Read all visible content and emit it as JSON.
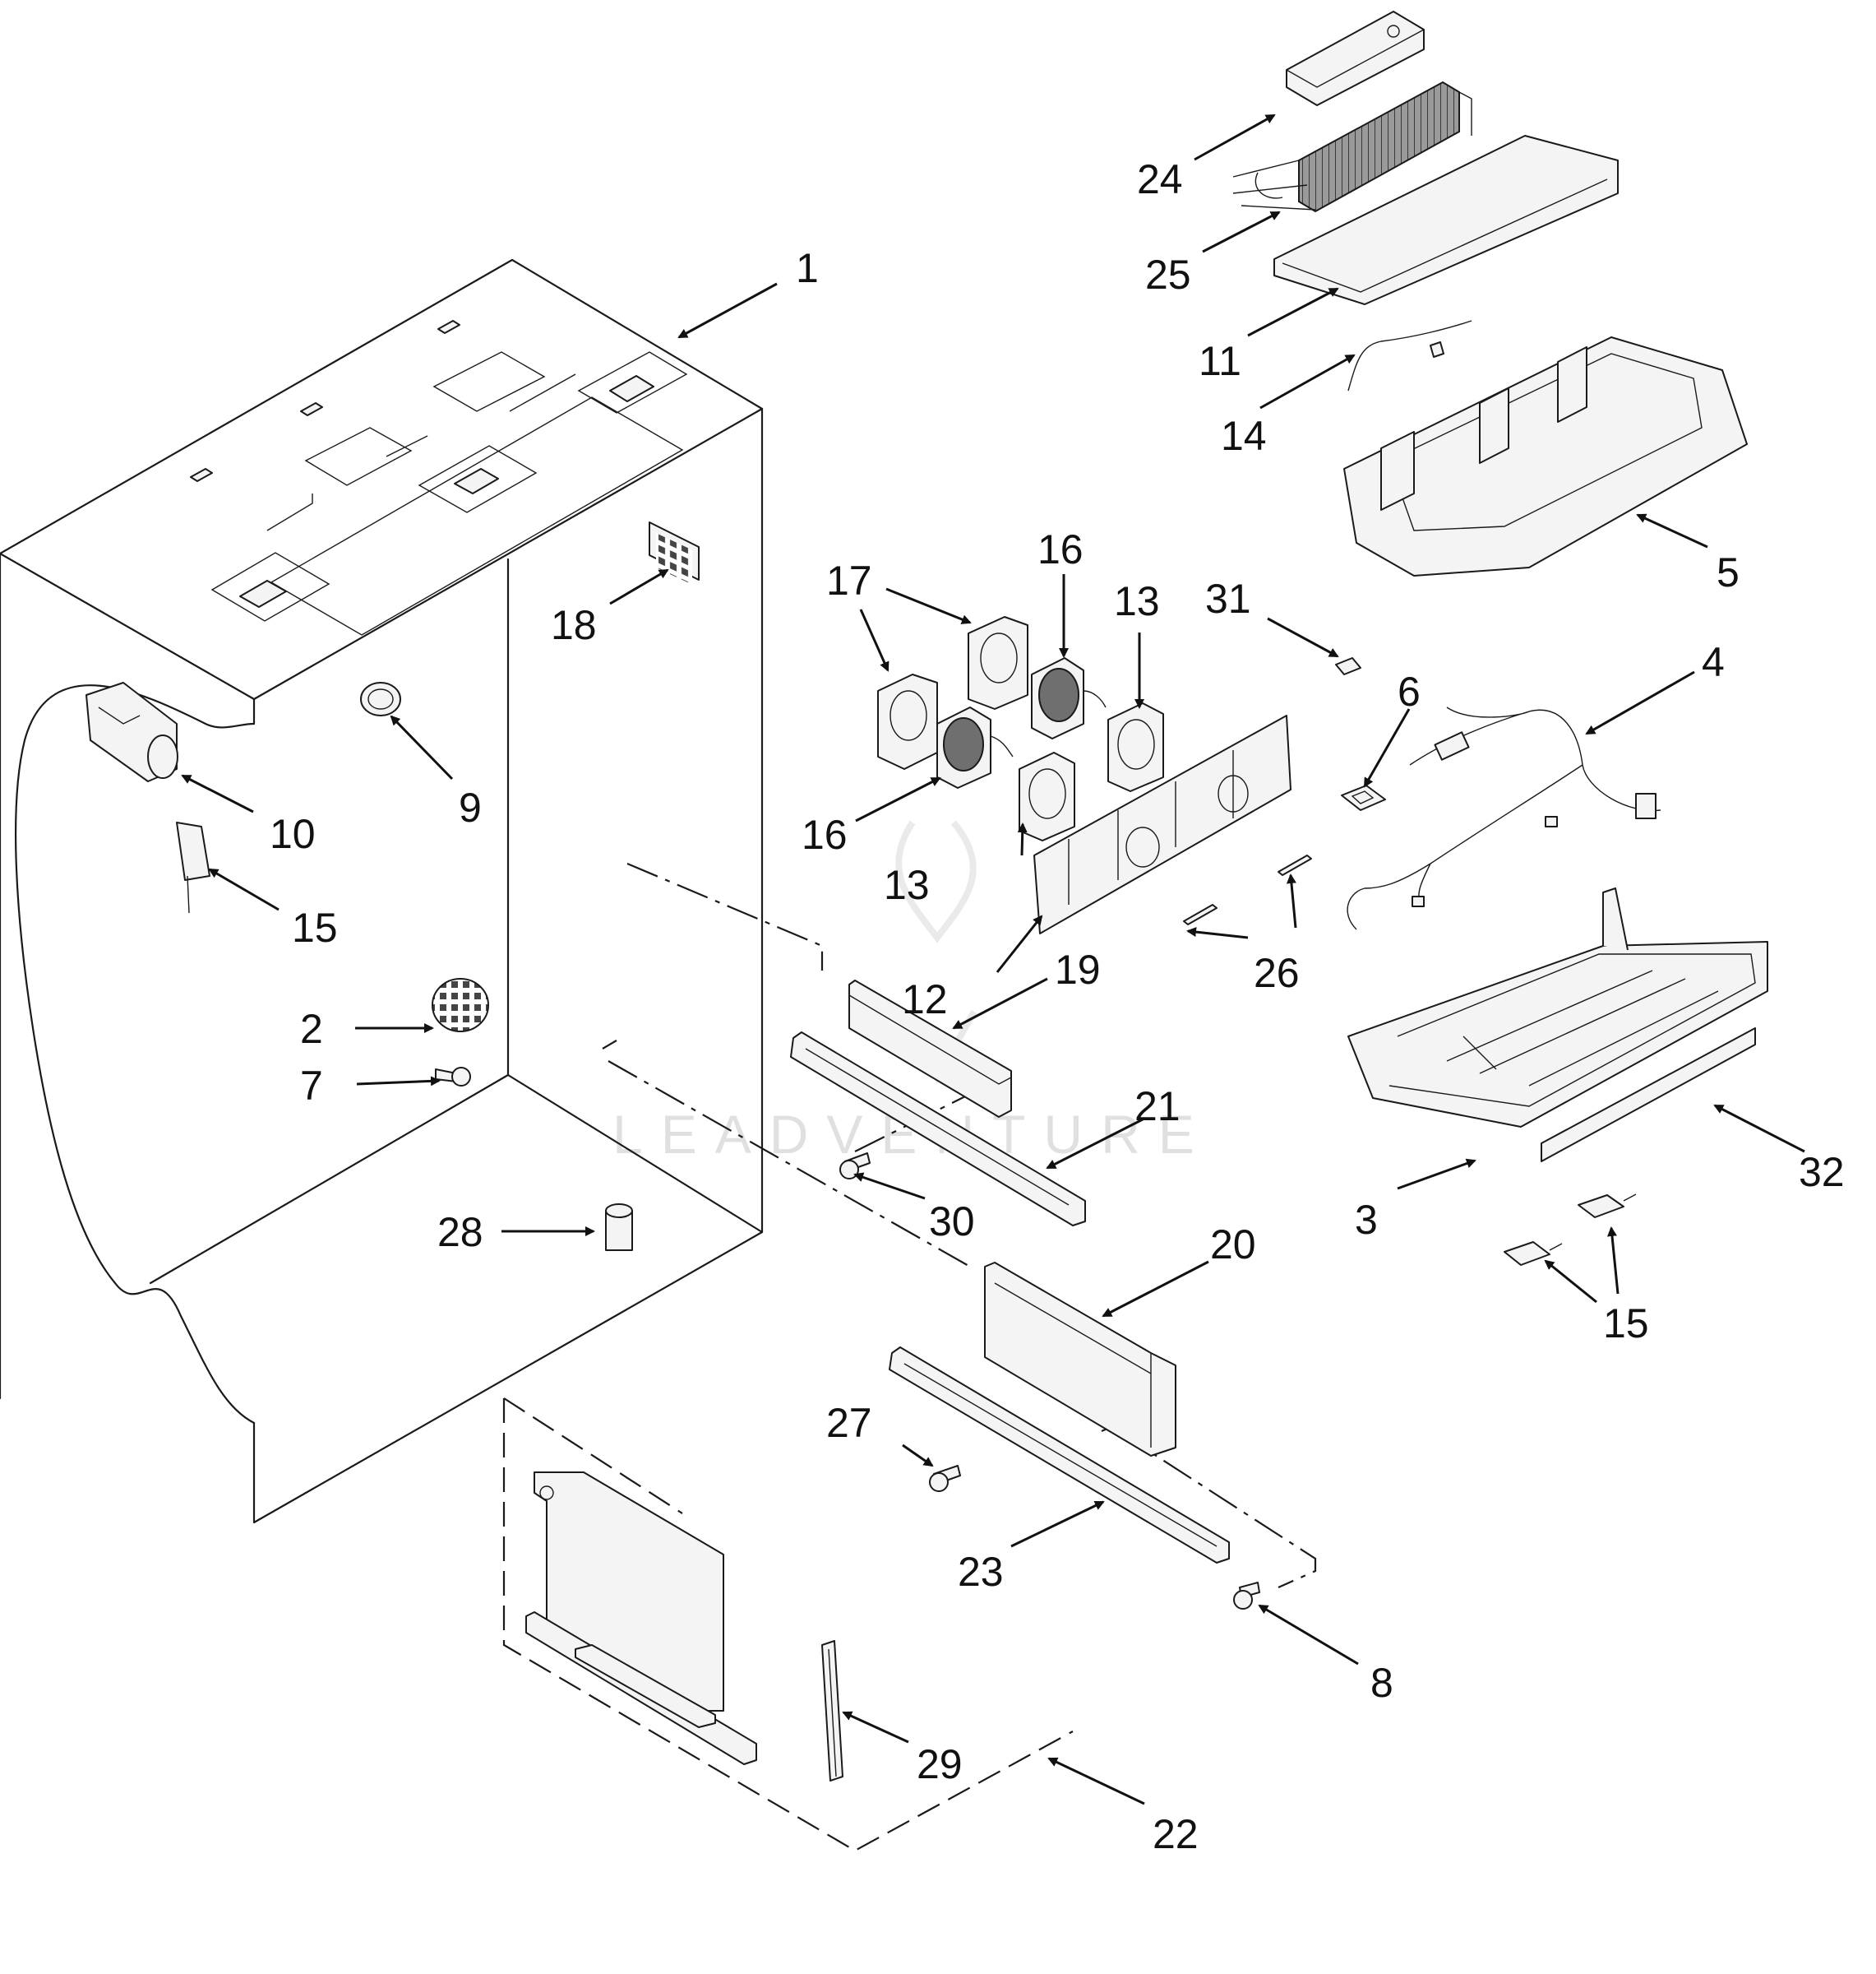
{
  "watermark": "LEADVENTURE",
  "callouts": [
    {
      "id": "c1",
      "label": "1"
    },
    {
      "id": "c2",
      "label": "2"
    },
    {
      "id": "c3",
      "label": "3"
    },
    {
      "id": "c4",
      "label": "4"
    },
    {
      "id": "c5",
      "label": "5"
    },
    {
      "id": "c6",
      "label": "6"
    },
    {
      "id": "c7",
      "label": "7"
    },
    {
      "id": "c8",
      "label": "8"
    },
    {
      "id": "c9",
      "label": "9"
    },
    {
      "id": "c10",
      "label": "10"
    },
    {
      "id": "c11",
      "label": "11"
    },
    {
      "id": "c12",
      "label": "12"
    },
    {
      "id": "c13a",
      "label": "13"
    },
    {
      "id": "c13b",
      "label": "13"
    },
    {
      "id": "c14",
      "label": "14"
    },
    {
      "id": "c15a",
      "label": "15"
    },
    {
      "id": "c15b",
      "label": "15"
    },
    {
      "id": "c16a",
      "label": "16"
    },
    {
      "id": "c16b",
      "label": "16"
    },
    {
      "id": "c17",
      "label": "17"
    },
    {
      "id": "c18",
      "label": "18"
    },
    {
      "id": "c19",
      "label": "19"
    },
    {
      "id": "c20",
      "label": "20"
    },
    {
      "id": "c21",
      "label": "21"
    },
    {
      "id": "c22",
      "label": "22"
    },
    {
      "id": "c23",
      "label": "23"
    },
    {
      "id": "c24",
      "label": "24"
    },
    {
      "id": "c25",
      "label": "25"
    },
    {
      "id": "c26",
      "label": "26"
    },
    {
      "id": "c27",
      "label": "27"
    },
    {
      "id": "c28",
      "label": "28"
    },
    {
      "id": "c29",
      "label": "29"
    },
    {
      "id": "c30",
      "label": "30"
    },
    {
      "id": "c31",
      "label": "31"
    },
    {
      "id": "c32",
      "label": "32"
    }
  ]
}
